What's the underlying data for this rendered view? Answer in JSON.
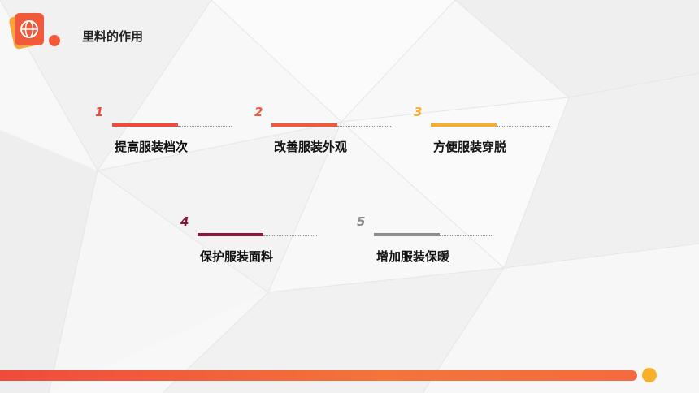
{
  "slide": {
    "title": "里料的作用"
  },
  "items": [
    {
      "number": "1",
      "label": "提高服装档次",
      "color": "#ee4b3a"
    },
    {
      "number": "2",
      "label": "改善服装外观",
      "color": "#f05a3a"
    },
    {
      "number": "3",
      "label": "方便服装穿脱",
      "color": "#f6ae2d"
    },
    {
      "number": "4",
      "label": "保护服装面料",
      "color": "#8a1538"
    },
    {
      "number": "5",
      "label": "增加服装保暖",
      "color": "#8c8c8c"
    }
  ],
  "colors": {
    "accent": "#f04a3c",
    "accent_orange": "#f4743a",
    "accent_yellow": "#f7b02a"
  },
  "icons": {
    "logo": "globe-document-icon"
  }
}
